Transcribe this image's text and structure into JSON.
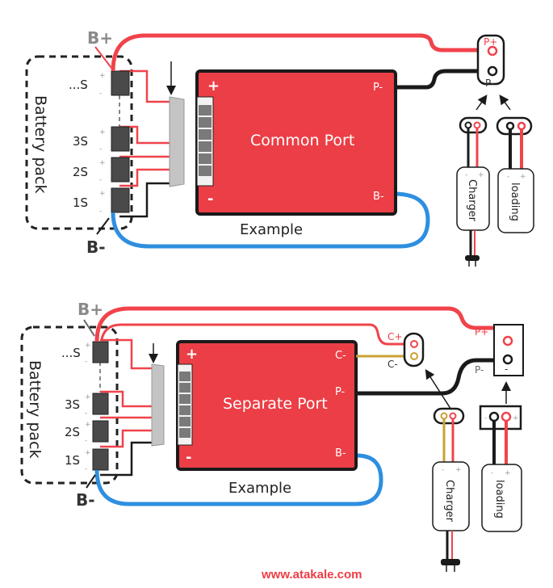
{
  "colors": {
    "wire_red": "#f0434b",
    "wire_black": "#1a1a1a",
    "wire_blue": "#2e8fe0",
    "wire_gold": "#c9a133",
    "board_red": "#ec3e46",
    "cell_dark": "#4a4a4a",
    "connector_grey": "#c4c4c4",
    "watermark": "#ee3d45"
  },
  "top": {
    "b_plus": "B+",
    "b_minus": "B-",
    "pack_label": "Battery pack",
    "cells": [
      "...S",
      "3S",
      "2S",
      "1S"
    ],
    "board_title": "Common Port",
    "board_plus": "+",
    "board_minus": "-",
    "pin_p_minus": "P-",
    "pin_b_minus": "B-",
    "caption": "Example",
    "port_p_plus": "P+",
    "port_p_minus": "P-",
    "charger_label": "Charger",
    "load_label": "loading",
    "dev_minus": "-",
    "dev_plus": "+"
  },
  "bottom": {
    "b_plus": "B+",
    "b_minus": "B-",
    "pack_label": "Battery pack",
    "cells": [
      "...S",
      "3S",
      "2S",
      "1S"
    ],
    "board_title": "Separate Port",
    "board_plus": "+",
    "board_minus": "-",
    "pin_c_minus": "C-",
    "pin_p_minus": "P-",
    "pin_b_minus": "B-",
    "caption": "Example",
    "port_c_plus": "C+",
    "port_c_minus": "C-",
    "port_p_plus": "P+",
    "port_p_minus": "P-",
    "port_minus_sign": "-",
    "charger_label": "Charger",
    "load_label": "loading",
    "dev_minus": "-",
    "dev_plus": "+"
  },
  "cell_sign_plus": "+",
  "cell_sign_minus": "-",
  "watermark": "www.atakale.com"
}
